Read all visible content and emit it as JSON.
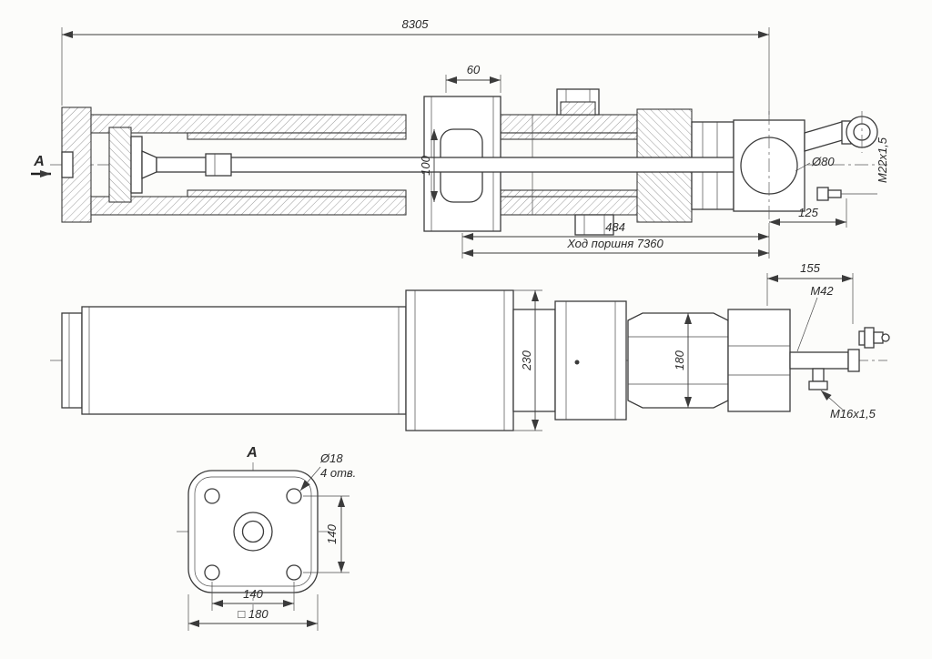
{
  "colors": {
    "background": "#fcfcfa",
    "ink": "#3b3b3b"
  },
  "section_view": {
    "cut_label": "A",
    "overall_length": "8305",
    "guide_width": "60",
    "window_height": "100",
    "eye_bore": "Ø80",
    "pin_thread": "M22x1,5",
    "head_length": "484",
    "eye_length": "125",
    "stroke_note": "Ход поршня 7360"
  },
  "external_view": {
    "rod_end_length": "155",
    "rod_thread": "M42",
    "block_height": "230",
    "nut_height": "180",
    "port_thread": "M16x1,5"
  },
  "end_view": {
    "view_label": "A",
    "hole_diameter": "Ø18",
    "hole_note": "4 отв.",
    "spacing_vertical": "140",
    "spacing_horizontal": "140",
    "flange_size": "□ 180"
  }
}
